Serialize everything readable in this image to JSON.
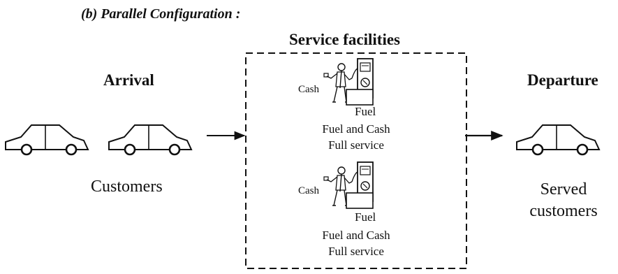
{
  "title": "(b) Parallel Configuration :",
  "labels": {
    "service_facilities": "Service facilities",
    "arrival": "Arrival",
    "departure": "Departure",
    "customers": "Customers",
    "served_line1": "Served",
    "served_line2": "customers"
  },
  "stations": [
    {
      "cash": "Cash",
      "fuel": "Fuel",
      "line1": "Fuel and Cash",
      "line2": "Full service"
    },
    {
      "cash": "Cash",
      "fuel": "Fuel",
      "line1": "Fuel and Cash",
      "line2": "Full service"
    }
  ],
  "icons": {
    "car": "car-icon",
    "attendant": "attendant-icon",
    "pump": "fuel-pump-icon",
    "arrow": "arrow-right-icon"
  }
}
